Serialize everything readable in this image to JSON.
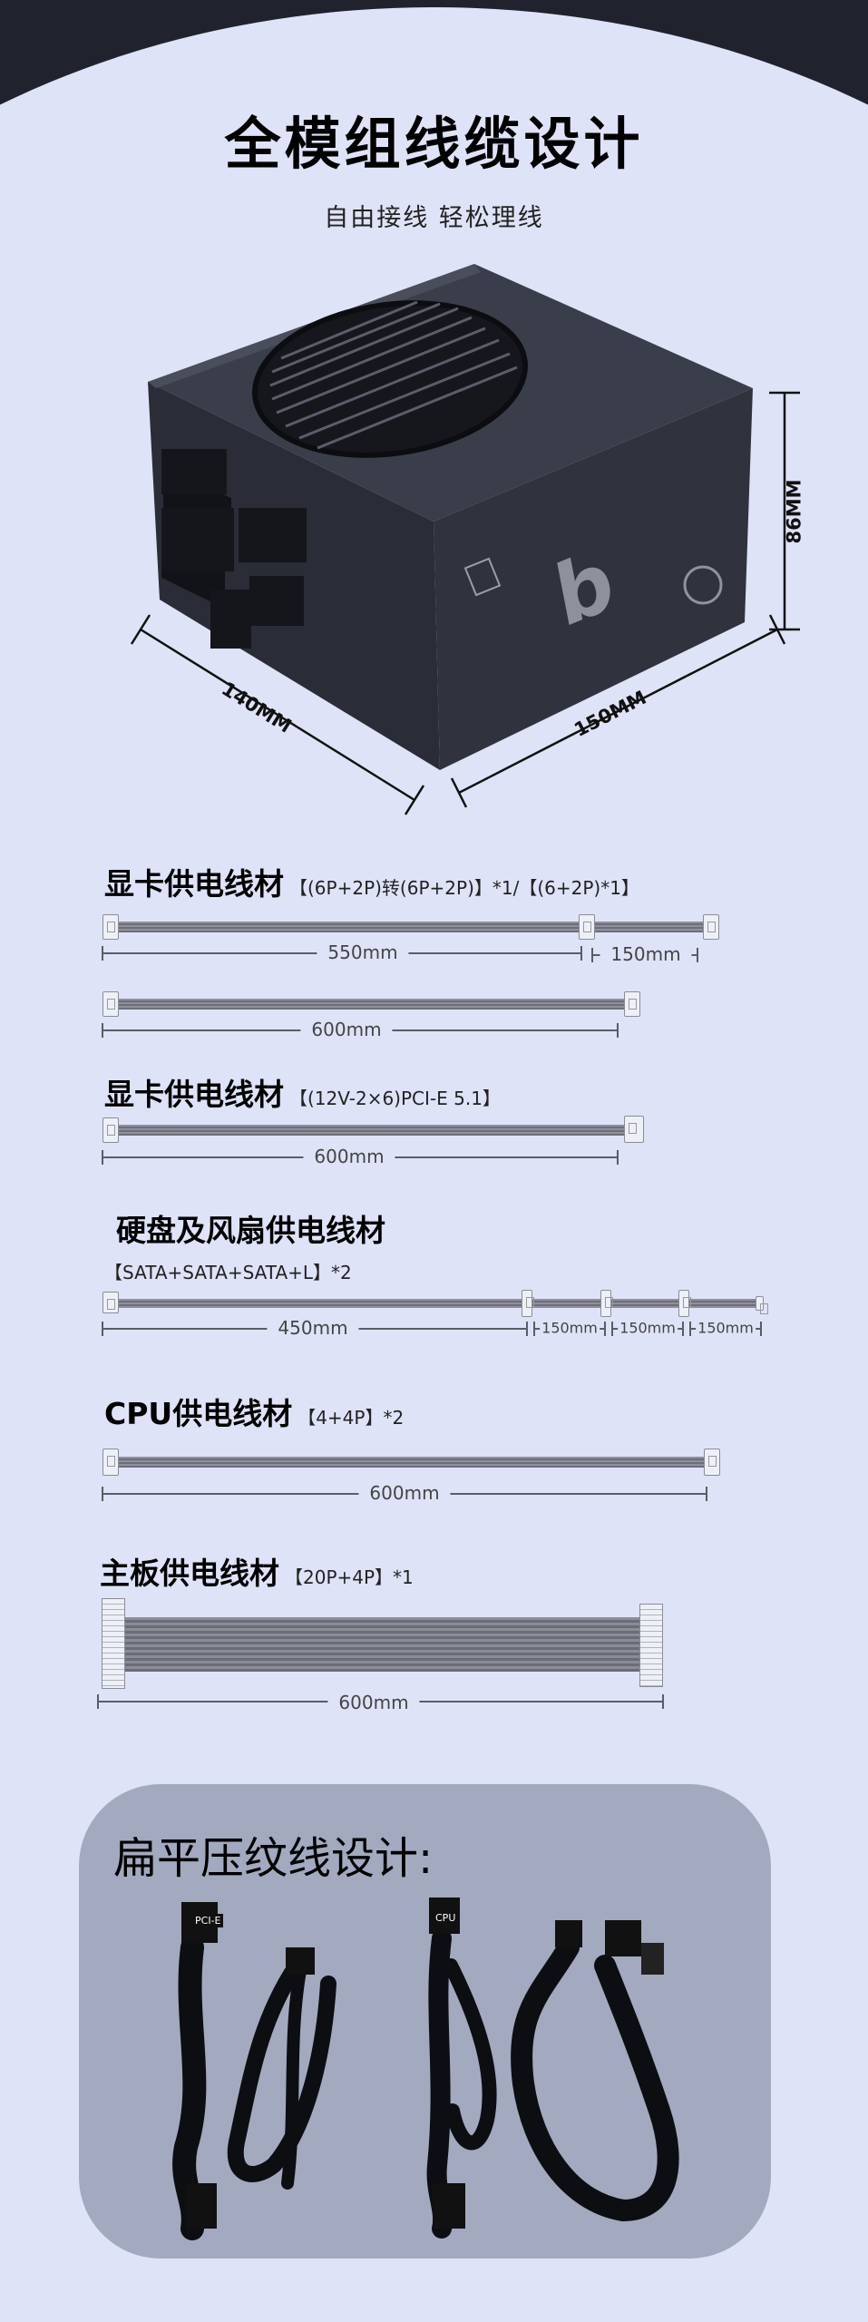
{
  "header": {
    "title": "全模组线缆设计",
    "subtitle": "自由接线 轻松理线"
  },
  "product_dimensions": {
    "length": "140MM",
    "width": "150MM",
    "height": "86MM"
  },
  "sections": [
    {
      "heading": "显卡供电线材",
      "spec": "【(6P+2P)转(6P+2P)】*1/【(6+2P)*1】",
      "cables": [
        {
          "lengths": [
            "550mm",
            "150mm"
          ]
        },
        {
          "lengths": [
            "600mm"
          ]
        }
      ]
    },
    {
      "heading": "显卡供电线材",
      "spec": "【(12V-2×6)PCI-E 5.1】",
      "cables": [
        {
          "lengths": [
            "600mm"
          ]
        }
      ]
    },
    {
      "heading": "硬盘及风扇供电线材",
      "spec": "【SATA+SATA+SATA+L】*2",
      "cables": [
        {
          "lengths": [
            "450mm",
            "150mm",
            "150mm",
            "150mm"
          ]
        }
      ]
    },
    {
      "heading": "CPU供电线材",
      "spec": "【4+4P】*2",
      "cables": [
        {
          "lengths": [
            "600mm"
          ]
        }
      ]
    },
    {
      "heading": "主板供电线材",
      "spec": "【20P+4P】*1",
      "cables": [
        {
          "lengths": [
            "600mm"
          ]
        }
      ]
    }
  ],
  "flat_cable_panel": {
    "title": "扁平压纹线设计:",
    "photo_labels": [
      "PCI-E",
      "CPU"
    ]
  },
  "colors": {
    "background": "#dfe3f8",
    "top_band": "#20232e",
    "panel": "#a3a9bf",
    "psu_body": "#2b2e38"
  }
}
